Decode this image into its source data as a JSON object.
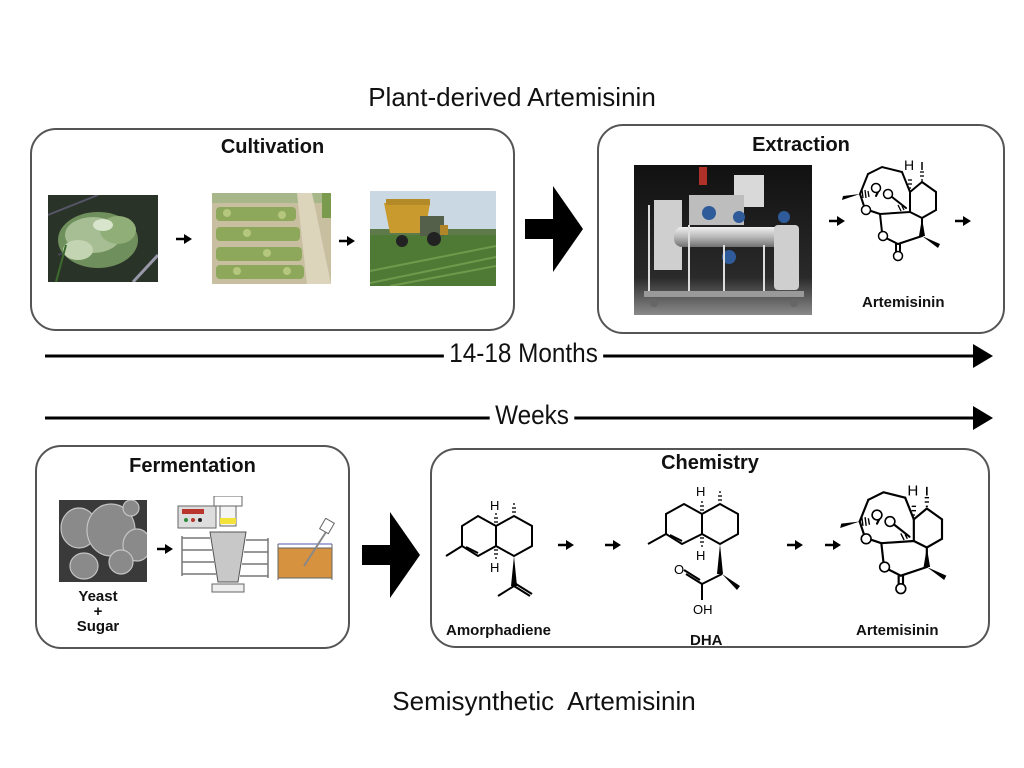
{
  "top_title": "Plant-derived Artemisinin",
  "bottom_title": "Semisynthetic  Artemisinin",
  "cultivation": {
    "title": "Cultivation",
    "images": [
      "artemisia-plant-photo",
      "seedling-field-photo",
      "harvester-photo"
    ]
  },
  "extraction": {
    "title": "Extraction",
    "image": "extraction-equipment-photo",
    "product_label": "Artemisinin"
  },
  "timeline_plant": {
    "label": "14-18 Months"
  },
  "timeline_semi": {
    "label": "Weeks"
  },
  "fermentation": {
    "title": "Fermentation",
    "yeast_label_line1": "Yeast",
    "yeast_label_plus": "+",
    "yeast_label_line2": "Sugar",
    "images": [
      "yeast-micrograph",
      "fermenter-diagram",
      "culture-tank-diagram"
    ]
  },
  "chemistry": {
    "title": "Chemistry",
    "compounds": [
      {
        "name": "Amorphadiene"
      },
      {
        "name": "DHA"
      },
      {
        "name": "Artemisinin"
      }
    ],
    "atom_labels": {
      "H": "H",
      "O": "O",
      "OH": "OH"
    }
  },
  "colors": {
    "box_border": "#555555",
    "arrow": "#000000",
    "culture_fill": "#d7923f",
    "indicator_yellow": "#f2e23a"
  }
}
